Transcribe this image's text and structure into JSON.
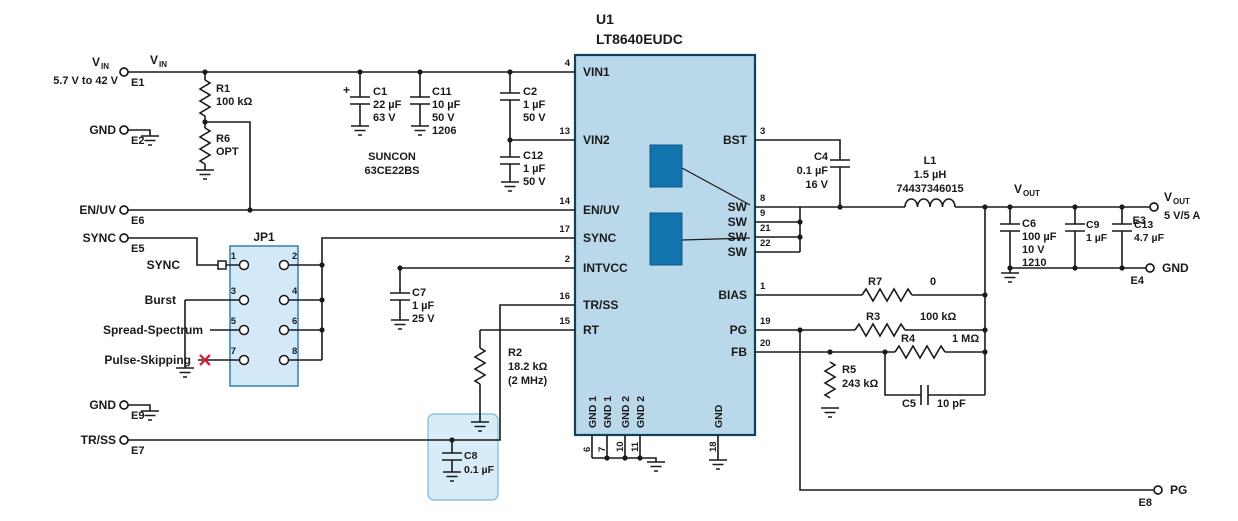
{
  "ic": {
    "ref": "U1",
    "part": "LT8640EUDC",
    "left_pins": [
      {
        "name": "VIN1",
        "num": "4"
      },
      {
        "name": "VIN2",
        "num": "13"
      },
      {
        "name": "EN/UV",
        "num": "14"
      },
      {
        "name": "SYNC",
        "num": "17"
      },
      {
        "name": "INTVCC",
        "num": "2"
      },
      {
        "name": "TR/SS",
        "num": "16"
      },
      {
        "name": "RT",
        "num": "15"
      }
    ],
    "right_pins": [
      {
        "name": "BST",
        "num": "3"
      },
      {
        "name": "SW",
        "num": "8"
      },
      {
        "name": "SW",
        "num": "9"
      },
      {
        "name": "SW",
        "num": "21"
      },
      {
        "name": "SW",
        "num": "22"
      },
      {
        "name": "BIAS",
        "num": "1"
      },
      {
        "name": "PG",
        "num": "19"
      },
      {
        "name": "FB",
        "num": "20"
      }
    ],
    "bottom_pins": [
      {
        "name": "GND 1",
        "num": "6"
      },
      {
        "name": "GND 1",
        "num": "7"
      },
      {
        "name": "GND 2",
        "num": "10"
      },
      {
        "name": "GND 2",
        "num": "11"
      },
      {
        "name": "GND",
        "num": "18"
      }
    ]
  },
  "terminals": {
    "e1": {
      "id": "E1",
      "v": "V",
      "sub": "IN",
      "range": "5.7 V to 42 V"
    },
    "e2": {
      "id": "E2",
      "label": "GND"
    },
    "e6": {
      "id": "E6",
      "label": "EN/UV"
    },
    "e5": {
      "id": "E5",
      "label": "SYNC"
    },
    "e9": {
      "id": "E9",
      "label": "GND"
    },
    "e7": {
      "id": "E7",
      "label": "TR/SS"
    },
    "e3": {
      "id": "E3",
      "v": "V",
      "sub": "OUT",
      "rating": "5 V/5 A"
    },
    "e4": {
      "id": "E4",
      "label": "GND"
    },
    "e8": {
      "id": "E8",
      "label": "PG"
    }
  },
  "net_labels": {
    "vin_v": "V",
    "vin_sub": "IN",
    "vout_v": "V",
    "vout_sub": "OUT"
  },
  "components": {
    "r1": {
      "ref": "R1",
      "value": "100 kΩ"
    },
    "r6": {
      "ref": "R6",
      "value": "OPT"
    },
    "c1": {
      "plus": "+",
      "ref": "C1",
      "value": "22 µF",
      "voltage": "63 V",
      "vendor": "SUNCON",
      "vendor_pn": "63CE22BS"
    },
    "c11": {
      "ref": "C11",
      "value": "10 µF",
      "voltage": "50 V",
      "size": "1206"
    },
    "c2": {
      "ref": "C2",
      "value": "1 µF",
      "voltage": "50 V"
    },
    "c12": {
      "ref": "C12",
      "value": "1 µF",
      "voltage": "50 V"
    },
    "c7": {
      "ref": "C7",
      "value": "1 µF",
      "voltage": "25 V"
    },
    "r2": {
      "ref": "R2",
      "value": "18.2 kΩ",
      "note": "(2 MHz)"
    },
    "c8": {
      "ref": "C8",
      "value": "0.1 µF"
    },
    "c4": {
      "ref": "C4",
      "value": "0.1 µF",
      "voltage": "16 V"
    },
    "l1": {
      "ref": "L1",
      "value": "1.5 µH",
      "part": "74437346015"
    },
    "c6": {
      "ref": "C6",
      "value": "100 µF",
      "voltage": "10 V",
      "size": "1210"
    },
    "c9": {
      "ref": "C9",
      "value": "1 µF"
    },
    "c13": {
      "ref": "C13",
      "value": "4.7 µF"
    },
    "r7": {
      "ref": "R7",
      "value": "0"
    },
    "r3": {
      "ref": "R3",
      "value": "100 kΩ"
    },
    "r4": {
      "ref": "R4",
      "value": "1 MΩ"
    },
    "r5": {
      "ref": "R5",
      "value": "243 kΩ"
    },
    "c5": {
      "ref": "C5",
      "value": "10 pF"
    }
  },
  "jumper": {
    "ref": "JP1",
    "rows": [
      {
        "l": "1",
        "r": "2",
        "label": "SYNC"
      },
      {
        "l": "3",
        "r": "4",
        "label": "Burst"
      },
      {
        "l": "5",
        "r": "6",
        "label": "Spread-Spectrum"
      },
      {
        "l": "7",
        "r": "8",
        "label": "Pulse-Skipping"
      }
    ]
  },
  "colors": {
    "ic_fill": "#b9d8ea",
    "ic_border": "#123f5c",
    "switch_fill": "#1373ad",
    "highlight_fill": "#d8ecf8",
    "wire": "#1a1a1a",
    "marker_red": "#d02545"
  }
}
